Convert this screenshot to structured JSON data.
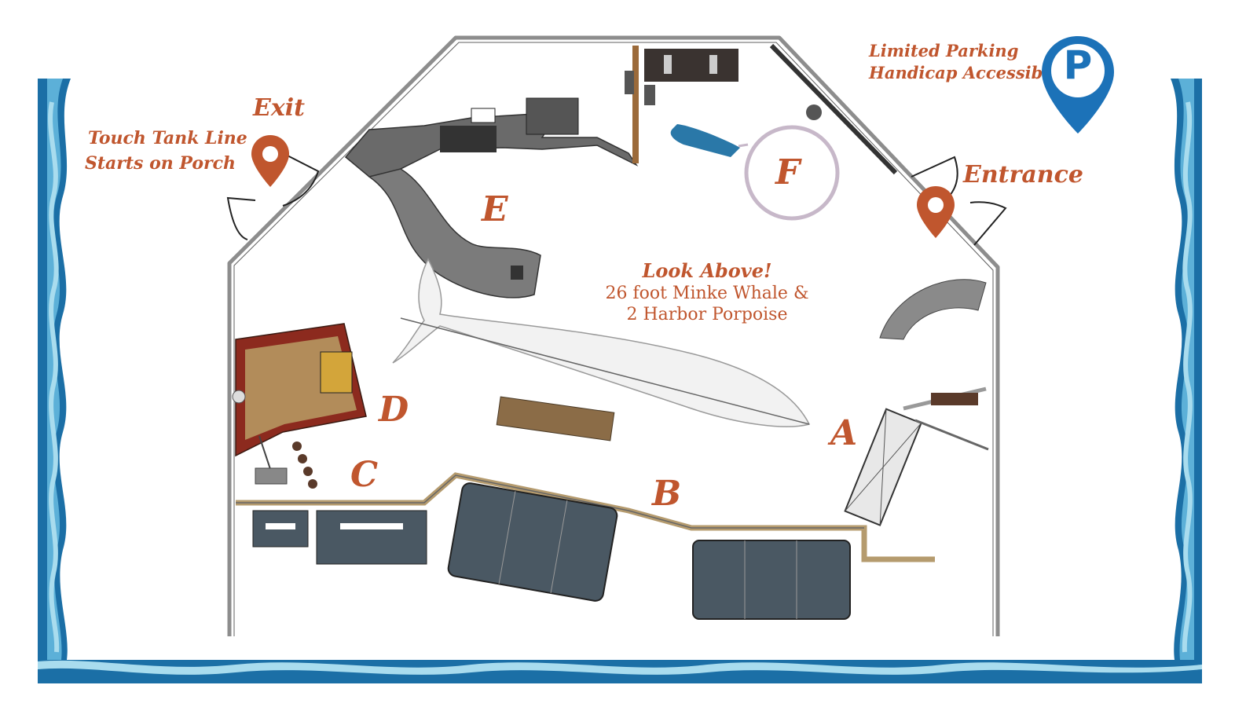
{
  "colors": {
    "accent": "#c0562e",
    "water_dark": "#1b6fa6",
    "water_mid": "#5cb0d8",
    "water_light": "#a9dcee",
    "parking_blue": "#1c72b8",
    "wall": "#8d8d8d",
    "tank": "#4a5863"
  },
  "labels": {
    "exit": "Exit",
    "entrance": "Entrance",
    "touch_tank_line1": "Touch Tank  Line",
    "touch_tank_line2": "Starts on  Porch",
    "parking_line1": "Limited Parking",
    "parking_line2": "Handicap Accessible",
    "parking_glyph": "P",
    "look_above_title": "Look Above!",
    "look_above_line1": "26 foot Minke Whale &",
    "look_above_line2": "2 Harbor Porpoise"
  },
  "zones": {
    "a": "A",
    "b": "B",
    "c": "C",
    "d": "D",
    "e": "E",
    "f": "F"
  },
  "icons": {
    "exit_marker": "map-pin-icon",
    "entrance_marker": "map-pin-icon",
    "parking_marker": "parking-pin-icon"
  }
}
